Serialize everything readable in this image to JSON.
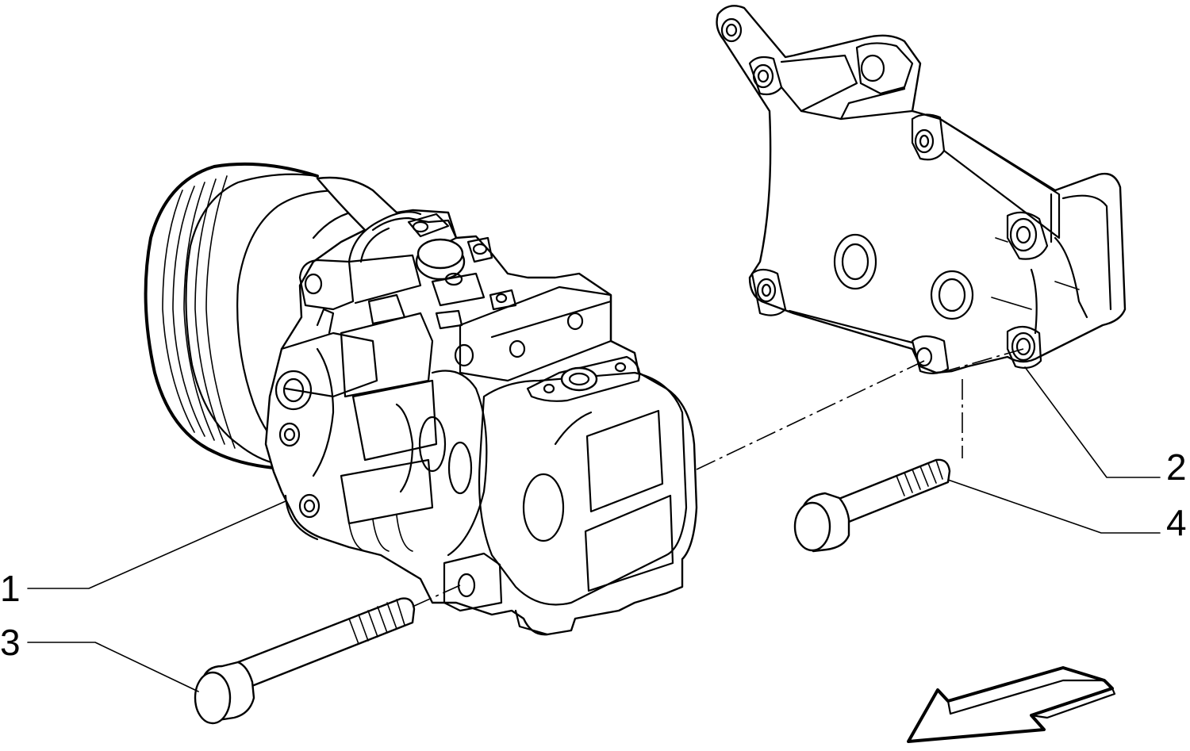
{
  "diagram": {
    "callouts": [
      {
        "id": "1",
        "label": "1"
      },
      {
        "id": "2",
        "label": "2"
      },
      {
        "id": "3",
        "label": "3"
      },
      {
        "id": "4",
        "label": "4"
      }
    ],
    "colors": {
      "line": "#000000",
      "background": "#ffffff"
    },
    "icons": [
      "direction-arrow-icon"
    ]
  }
}
